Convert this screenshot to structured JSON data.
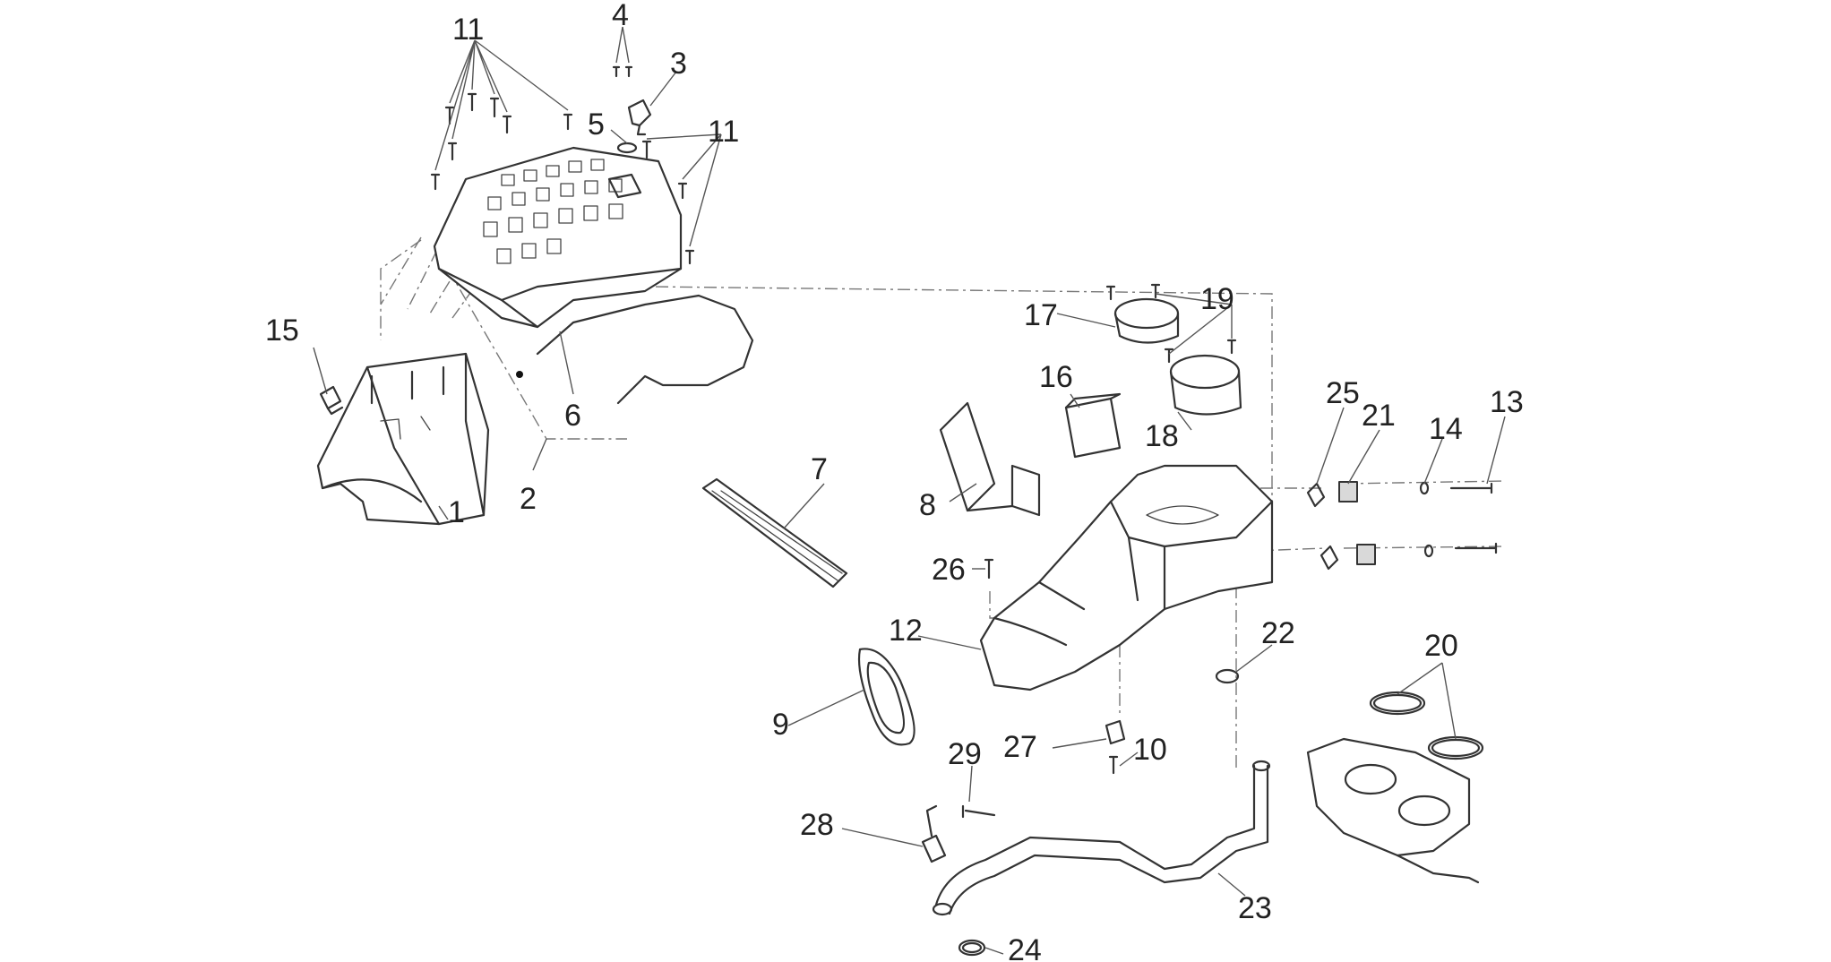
{
  "callouts": [
    {
      "id": "c1",
      "label": "1"
    },
    {
      "id": "c2",
      "label": "2"
    },
    {
      "id": "c3",
      "label": "3"
    },
    {
      "id": "c4",
      "label": "4"
    },
    {
      "id": "c5",
      "label": "5"
    },
    {
      "id": "c6",
      "label": "6"
    },
    {
      "id": "c7",
      "label": "7"
    },
    {
      "id": "c8",
      "label": "8"
    },
    {
      "id": "c9",
      "label": "9"
    },
    {
      "id": "c10",
      "label": "10"
    },
    {
      "id": "c11a",
      "label": "11"
    },
    {
      "id": "c11b",
      "label": "11"
    },
    {
      "id": "c12",
      "label": "12"
    },
    {
      "id": "c13",
      "label": "13"
    },
    {
      "id": "c14",
      "label": "14"
    },
    {
      "id": "c15",
      "label": "15"
    },
    {
      "id": "c16",
      "label": "16"
    },
    {
      "id": "c17",
      "label": "17"
    },
    {
      "id": "c18",
      "label": "18"
    },
    {
      "id": "c19",
      "label": "19"
    },
    {
      "id": "c20",
      "label": "20"
    },
    {
      "id": "c21",
      "label": "21"
    },
    {
      "id": "c22",
      "label": "22"
    },
    {
      "id": "c23",
      "label": "23"
    },
    {
      "id": "c24",
      "label": "24"
    },
    {
      "id": "c25",
      "label": "25"
    },
    {
      "id": "c26",
      "label": "26"
    },
    {
      "id": "c27",
      "label": "27"
    },
    {
      "id": "c28",
      "label": "28"
    },
    {
      "id": "c29",
      "label": "29"
    }
  ]
}
